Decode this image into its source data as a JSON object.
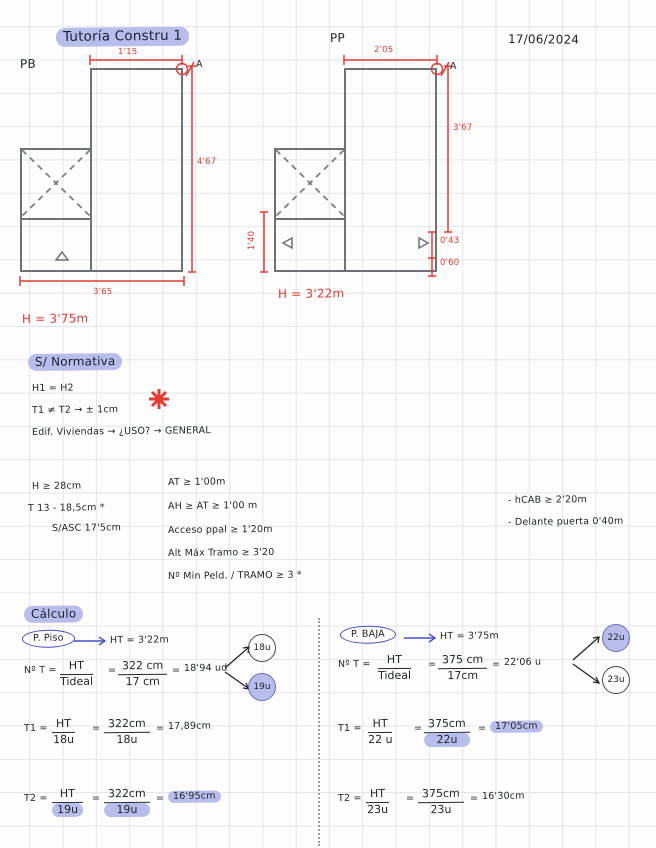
{
  "page": {
    "title": "Tutoría Constru 1",
    "date": "17/06/2024"
  },
  "drawings": {
    "left": {
      "label": "PB",
      "top_dim": "1'15",
      "right_dim": "4'67",
      "bottom_dim": "3'65",
      "height_note": "H = 3'75m",
      "door_marker": "◁"
    },
    "right": {
      "label": "PP",
      "top_dim": "2'05",
      "right_dim": "3'67",
      "right_dim_small_1": "0'43",
      "right_dim_small_2": "0'60",
      "left_dim": "1'40",
      "height_note": "H = 3'22m",
      "door_marker_left": "◁",
      "door_marker_right": "▷"
    },
    "vertex_label_left": "A",
    "vertex_label_right": "A"
  },
  "normativa": {
    "heading": "S/ Normativa",
    "lines": [
      "H1 = H2",
      "T1 ≠ T2 → ± 1cm",
      "Edif. Viviendas → ¿USO? → GENERAL"
    ],
    "left_rules": [
      "H ≥ 28cm",
      "T   13 - 18,5cm *",
      "S/ASC   17'5cm"
    ],
    "right_rules": [
      "AT ≥ 1'00m",
      "AH ≥ AT ≥ 1'00 m",
      "Acceso ppal ≥ 1'20m",
      "Alt Máx Tramo ≥ 3'20",
      "Nº Min Peld. / TRAMO ≥ 3 *"
    ],
    "side_notes": [
      "- hCAB ≥ 2'20m",
      "- Delante puerta 0'40m"
    ]
  },
  "calculo": {
    "heading": "Cálculo",
    "left": {
      "floor_label": "P. Piso",
      "arrow": "→",
      "ht_label": "HT = 3'22m",
      "formula_lead": "Nº T =",
      "frac1_num": "HT",
      "frac1_den": "Tideal",
      "eq1": "=",
      "frac2_num": "322 cm",
      "frac2_den": "17 cm",
      "eq2": "=",
      "result": "18'94 ud",
      "badge_top": "18u",
      "badge_bottom": "19u",
      "rows": [
        {
          "name": "T1 =",
          "frac1_num": "HT",
          "frac1_den": "18u",
          "eq1": "=",
          "frac2_num": "322cm",
          "frac2_den": "18u",
          "eq2": "=",
          "result": "17,89cm",
          "highlight": false
        },
        {
          "name": "T2 =",
          "frac1_num": "HT",
          "frac1_den": "19u",
          "eq1": "=",
          "frac2_num": "322cm",
          "frac2_den": "19u",
          "eq2": "=",
          "result": "16'95cm",
          "highlight": true
        }
      ]
    },
    "right": {
      "floor_label": "P. BAJA",
      "arrow": "→",
      "ht_label": "HT = 3'75m",
      "formula_lead": "Nº T =",
      "frac1_num": "HT",
      "frac1_den": "Tideal",
      "eq1": "=",
      "frac2_num": "375 cm",
      "frac2_den": "17cm",
      "eq2": "=",
      "result": "22'06 u",
      "badge_top": "22u",
      "badge_bottom": "23u",
      "rows": [
        {
          "name": "T1 =",
          "frac1_num": "HT",
          "frac1_den": "22 u",
          "eq1": "=",
          "frac2_num": "375cm",
          "frac2_den": "22u",
          "eq2": "=",
          "result": "17'05cm",
          "highlight": true
        },
        {
          "name": "T2 =",
          "frac1_num": "HT",
          "frac1_den": "23u",
          "eq1": "=",
          "frac2_num": "375cm",
          "frac2_den": "23u",
          "eq2": "=",
          "result": "16'30cm",
          "highlight": false
        }
      ]
    }
  },
  "colors": {
    "ink_black": "#23272b",
    "ink_red": "#e23b34",
    "ink_blue": "#3b49c4",
    "highlighter": "#b9bdeb",
    "wall_gray": "#6e7276",
    "grid": "#e3e6ea"
  }
}
